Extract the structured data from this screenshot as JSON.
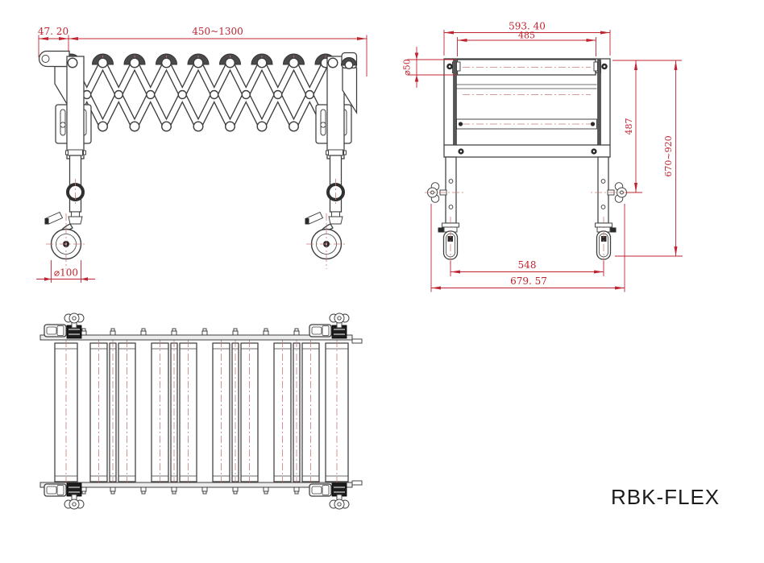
{
  "drawing": {
    "model_label": "RBK-FLEX",
    "colors": {
      "line": "#3e3e3e",
      "dimension_red": "#bf2430",
      "centerline_red": "#c87b7b",
      "background": "#ffffff"
    },
    "front_view": {
      "dim_end_offset": "47. 20",
      "dim_length_range": "450~1300",
      "dim_caster_diameter": "⌀100"
    },
    "end_view": {
      "dim_overall_frame_width": "593. 40",
      "dim_roller_face_width": "485",
      "dim_roller_diameter": "⌀50",
      "dim_frame_height": "487",
      "dim_height_range": "670~920",
      "dim_caster_track": "548",
      "dim_overall_width": "679. 57"
    }
  }
}
